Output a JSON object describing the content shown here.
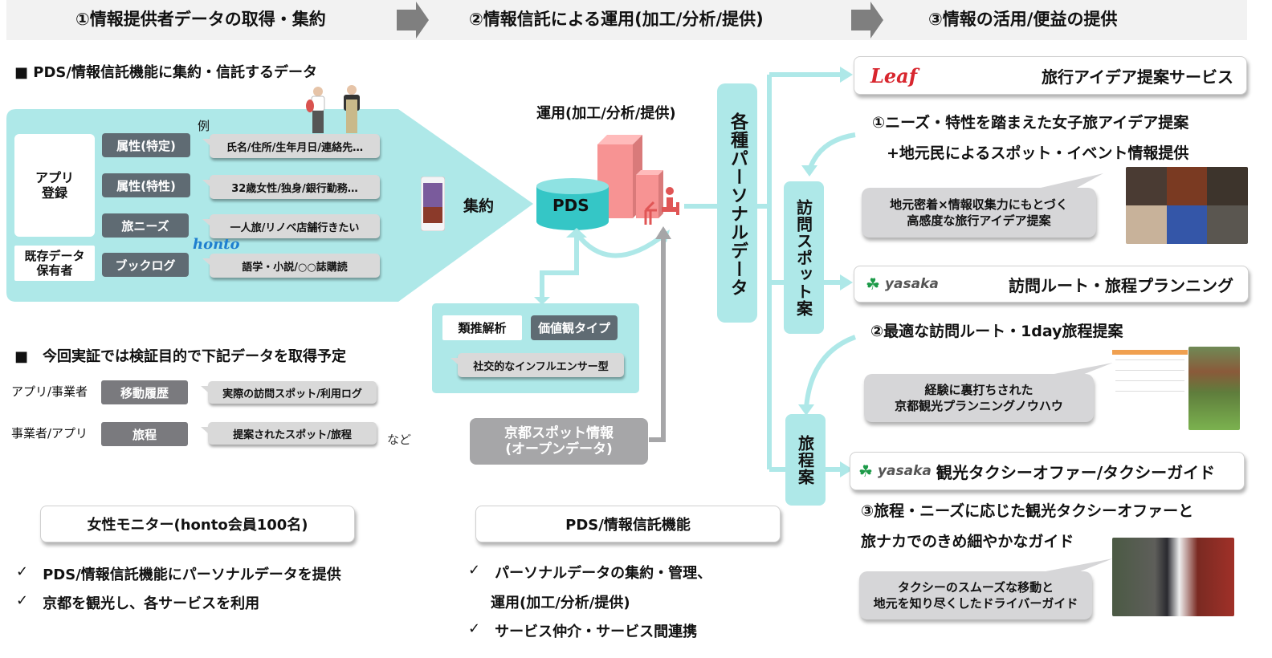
{
  "header": {
    "phases": [
      "①情報提供者データの取得・集約",
      "②情報信託による運用(加工/分析/提供)",
      "③情報の活用/便益の提供"
    ]
  },
  "left": {
    "section1_title": "■ PDS/情報信託機能に集約・信託するデータ",
    "example_label": "例",
    "source_app": "アプリ\n登録",
    "source_app_l1": "アプリ",
    "source_app_l2": "登録",
    "source_existing_l1": "既存データ",
    "source_existing_l2": "保有者",
    "rows": [
      {
        "tag": "属性(特定)",
        "example": "氏名/住所/生年月日/連絡先…"
      },
      {
        "tag": "属性(特性)",
        "example": "32歳女性/独身/銀行勤務…"
      },
      {
        "tag": "旅ニーズ",
        "example": "一人旅/リノベ店舗行きたい"
      },
      {
        "tag": "ブックログ",
        "example": "語学・小説/○○誌購読"
      }
    ],
    "honto_logo": "honto",
    "section2_title": "■　今回実証では検証目的で下記データを取得予定",
    "planned": [
      {
        "source": "アプリ/事業者",
        "tag": "移動履歴",
        "example": "実際の訪問スポット/利用ログ"
      },
      {
        "source": "事業者/アプリ",
        "tag": "旅程",
        "example": "提案されたスポット/旅程"
      }
    ],
    "etc": "など",
    "monitor_box": "女性モニター(honto会員100名)",
    "monitor_checks": [
      "PDS/情報信託機能にパーソナルデータを提供",
      "京都を観光し、各サービスを利用"
    ]
  },
  "middle": {
    "aggregate_label": "集約",
    "operation_label": "運用(加工/分析/提供)",
    "pds_label": "PDS",
    "analysis_tag": "類推解析",
    "value_type_tag": "価値観タイプ",
    "value_type_example": "社交的なインフルエンサー型",
    "open_data_l1": "京都スポット情報",
    "open_data_l2": "(オープンデータ)",
    "personal_data_label": "各種パーソナルデータ",
    "pds_box": "PDS/情報信託機能",
    "pds_checks": [
      "パーソナルデータの集約・管理、",
      "運用(加工/分析/提供)",
      "サービス仲介・サービス間連携"
    ]
  },
  "right": {
    "visit_spot_label": "訪問スポット案",
    "itinerary_label": "旅程案",
    "services": [
      {
        "logo": "Leaf",
        "title": "旅行アイデア提案サービス",
        "heading_l1": "①ニーズ・特性を踏まえた女子旅アイデア提案",
        "heading_l2": "+地元民によるスポット・イベント情報提供",
        "callout_l1": "地元密着×情報収集力にもとづく",
        "callout_l2": "高感度な旅行アイデア提案"
      },
      {
        "logo": "yasaka",
        "title": "訪問ルート・旅程プランニング",
        "heading_l1": "②最適な訪問ルート・1day旅程提案",
        "callout_l1": "経験に裏打ちされた",
        "callout_l2": "京都観光プランニングノウハウ"
      },
      {
        "logo": "yasaka",
        "title": "観光タクシーオファー/タクシーガイド",
        "heading_l1": "③旅程・ニーズに応じた観光タクシーオファーと",
        "heading_l2": "旅ナカでのきめ細やかなガイド",
        "callout_l1": "タクシーのスムーズな移動と",
        "callout_l2": "地元を知り尽くしたドライバーガイド"
      }
    ]
  },
  "colors": {
    "teal_light": "#aee8e8",
    "teal_pds": "#3cc8c8",
    "dark_tag": "#5f6b73",
    "gray_tag": "#7a7a7e",
    "bubble": "#d9d9d9",
    "building": "#f48e8e",
    "leaf_red": "#d8262e",
    "yasaka_green": "#1c9a48",
    "honto_blue": "#1f7fcf"
  }
}
